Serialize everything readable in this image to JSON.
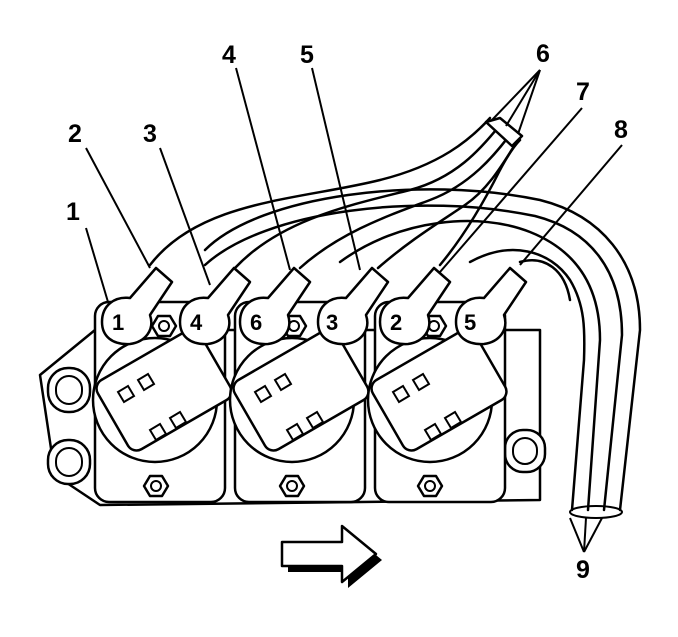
{
  "callouts": [
    "1",
    "2",
    "3",
    "4",
    "5",
    "6",
    "7",
    "8",
    "9"
  ],
  "boot_numbers": [
    "1",
    "4",
    "6",
    "3",
    "2",
    "5"
  ]
}
